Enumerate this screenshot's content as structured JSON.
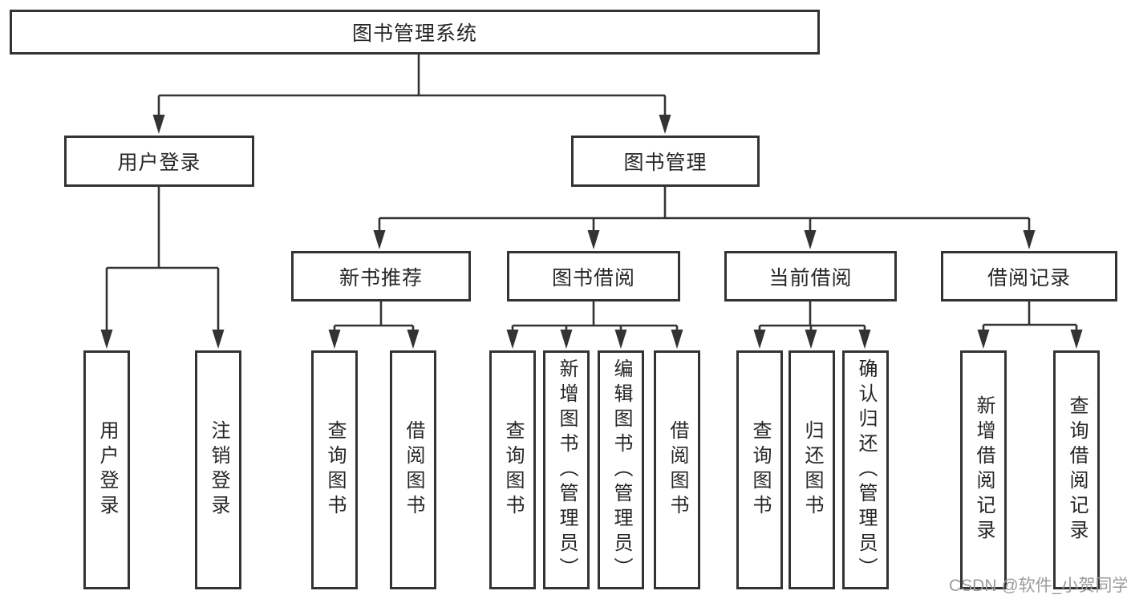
{
  "tree": {
    "root": {
      "label": "图书管理系统"
    },
    "branches": [
      {
        "label": "用户登录",
        "children": [
          {
            "label": "用户登录"
          },
          {
            "label": "注销登录"
          }
        ]
      },
      {
        "label": "图书管理",
        "sections": [
          {
            "label": "新书推荐",
            "children": [
              {
                "label": "查询图书"
              },
              {
                "label": "借阅图书"
              }
            ]
          },
          {
            "label": "图书借阅",
            "children": [
              {
                "label": "查询图书"
              },
              {
                "label": "新增图书（管理员）"
              },
              {
                "label": "编辑图书（管理员）"
              },
              {
                "label": "借阅图书"
              }
            ]
          },
          {
            "label": "当前借阅",
            "children": [
              {
                "label": "查询图书"
              },
              {
                "label": "归还图书"
              },
              {
                "label": "确认归还（管理员）"
              }
            ]
          },
          {
            "label": "借阅记录",
            "children": [
              {
                "label": "新增借阅记录"
              },
              {
                "label": "查询借阅记录"
              }
            ]
          }
        ]
      }
    ]
  },
  "watermark": {
    "text": "CSDN @软件_小贺同学"
  },
  "colors": {
    "line": "#333333",
    "box_border": "#333333",
    "text": "#262626",
    "watermark": "#9b9b9b",
    "background": "#ffffff"
  }
}
